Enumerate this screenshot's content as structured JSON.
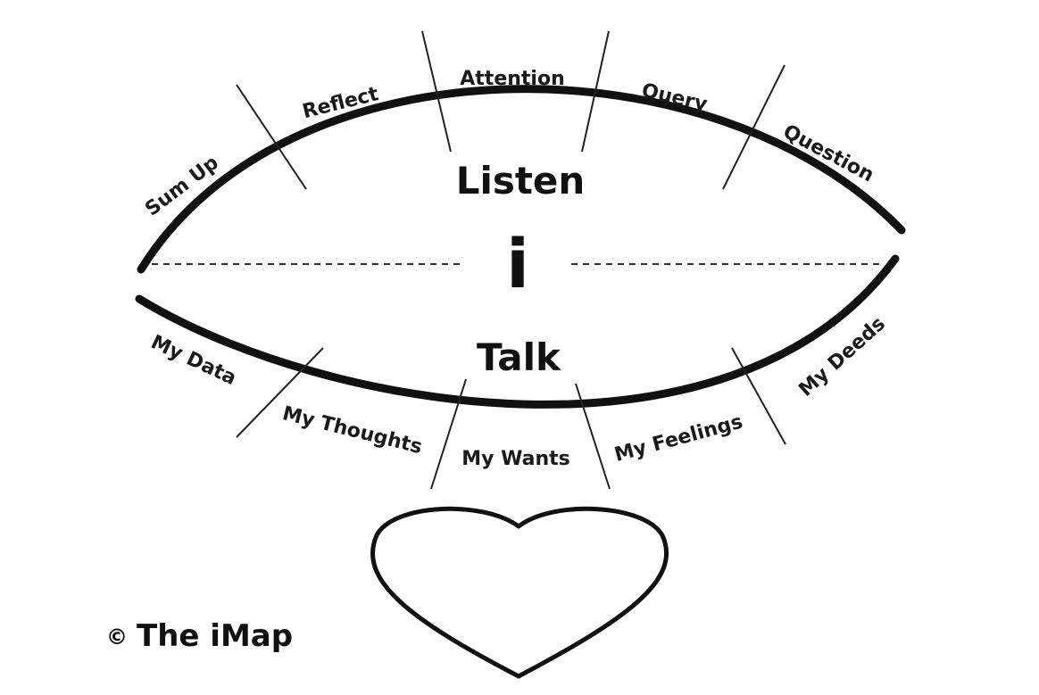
{
  "listen_segments": [
    "Sum Up",
    "Reflect",
    "Attention",
    "Query",
    "Question"
  ],
  "talk_segments": [
    "My Data",
    "My Thoughts",
    "My Wants",
    "My Feelings",
    "My Deeds"
  ],
  "listen_label": "Listen",
  "talk_label": "Talk",
  "center_label": "i",
  "copyright": {
    "symbol": "©",
    "text": "The iMap"
  },
  "colors": {
    "stroke": "#111111",
    "background": "#ffffff"
  }
}
